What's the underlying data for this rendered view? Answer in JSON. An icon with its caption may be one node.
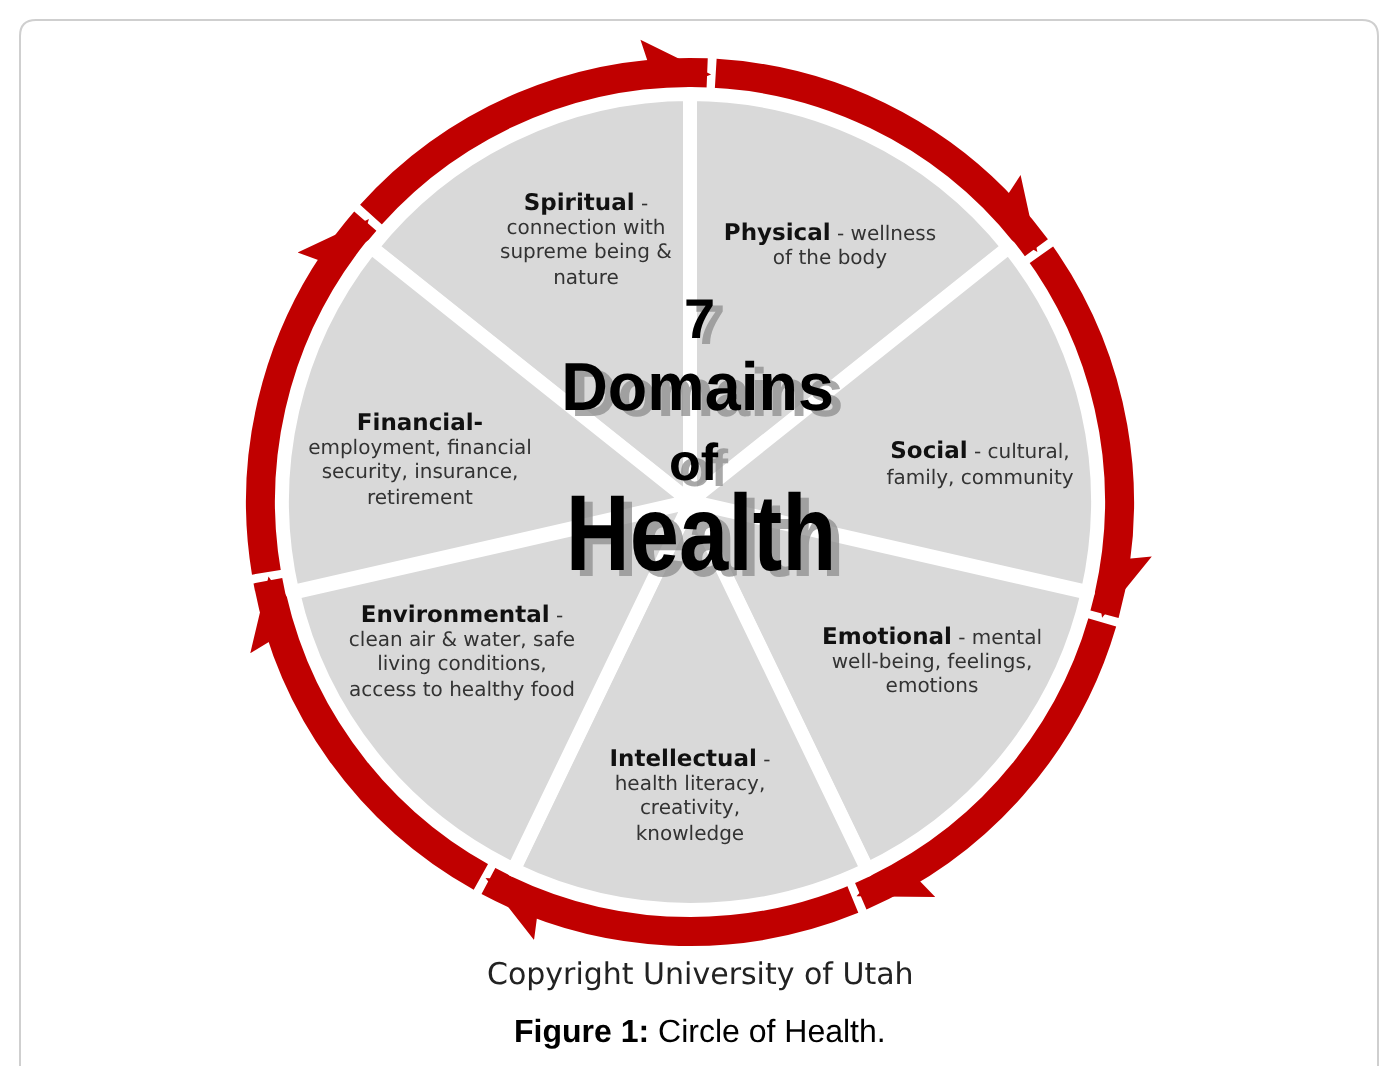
{
  "diagram": {
    "caption": "**Figure 1:** Circle of Health.",
    "nodes": [
      {
        "text": [
          "**Spiritual** - connection with supreme being & nature"
        ]
      },
      {
        "text": [
          "**Physical** - wellness of the body"
        ]
      },
      {
        "text": [
          "**Social** - cultural, family, community"
        ]
      },
      {
        "text": [
          "**Emotional** - mental well-being, feelings, emotions"
        ]
      },
      {
        "text": [
          "**Intellectual** - health literacy, creativity, knowledge"
        ]
      },
      {
        "text": [
          "**Environmental** - clean air & water, safe living conditions, access to healthy food"
        ]
      },
      {
        "text": [
          "**Financial-** employment, financial security, insurance, retirement"
        ]
      }
    ],
    "edges": [
      {
        "from": 0,
        "to": 1,
        "arrow": "to"
      },
      {
        "from": 1,
        "to": 2,
        "arrow": "to"
      },
      {
        "from": 2,
        "to": 3,
        "arrow": "to"
      },
      {
        "from": 3,
        "to": 4,
        "arrow": "to"
      },
      {
        "from": 4,
        "to": 5,
        "arrow": "to"
      },
      {
        "from": 5,
        "to": 6,
        "arrow": "to"
      },
      {
        "from": 6,
        "to": 0,
        "arrow": "to"
      }
    ],
    "labels": [
      "7",
      "Domains",
      "of",
      "Health",
      "Copyright University of Utah"
    ]
  }
}
